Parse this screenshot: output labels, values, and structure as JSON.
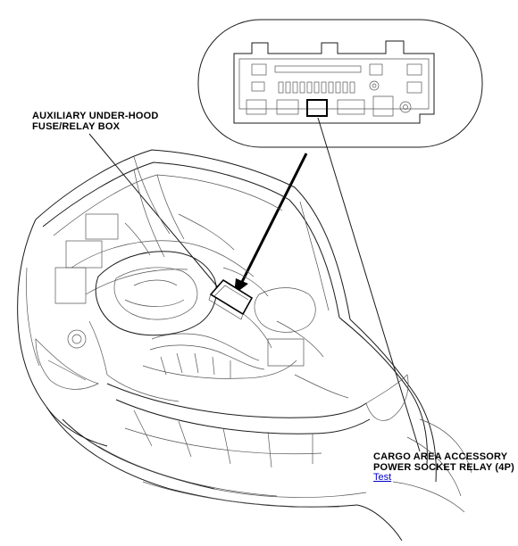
{
  "callouts": {
    "aux_box": {
      "line1": "AUXILIARY UNDER-HOOD",
      "line2": "FUSE/RELAY BOX"
    },
    "cargo_relay": {
      "line1": "CARGO AREA ACCESSORY",
      "line2": "POWER SOCKET RELAY (4P)"
    }
  },
  "links": {
    "test": "Test"
  },
  "colors": {
    "line": "#1a1a1a",
    "link": "#0000cc",
    "background": "#ffffff"
  }
}
